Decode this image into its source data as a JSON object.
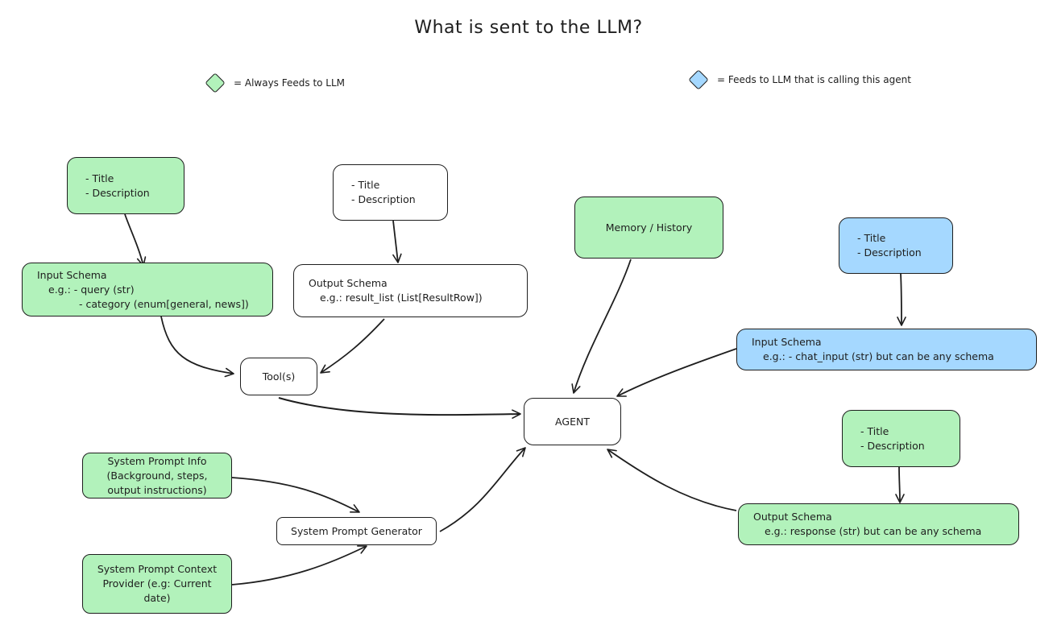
{
  "title": "What is sent to the LLM?",
  "legend": {
    "green": {
      "color": "#b2f2bb",
      "label": "= Always Feeds to LLM"
    },
    "blue": {
      "color": "#a5d8ff",
      "label": "= Feeds to LLM that is calling this agent"
    }
  },
  "nodes": {
    "tool_meta": {
      "lines": [
        "- Title",
        "- Description"
      ]
    },
    "tool_input": {
      "heading": "Input Schema",
      "lines": [
        "e.g.: - query (str)",
        "- category (enum[general, news])"
      ]
    },
    "out_meta": {
      "lines": [
        "- Title",
        "- Description"
      ]
    },
    "tool_output": {
      "heading": "Output Schema",
      "lines": [
        "e.g.: result_list (List[ResultRow])"
      ]
    },
    "tools": {
      "label": "Tool(s)"
    },
    "memory": {
      "label": "Memory / History"
    },
    "agent": {
      "label": "AGENT"
    },
    "agent_in_meta": {
      "lines": [
        "- Title",
        "- Description"
      ]
    },
    "agent_input": {
      "heading": "Input Schema",
      "lines": [
        "e.g.: - chat_input (str) but can be any schema"
      ]
    },
    "agent_out_meta": {
      "lines": [
        "- Title",
        "- Description"
      ]
    },
    "agent_output": {
      "heading": "Output Schema",
      "lines": [
        "e.g.: response (str) but can be any schema"
      ]
    },
    "sp_info": {
      "lines": [
        "System Prompt Info",
        "(Background, steps,",
        "output instructions)"
      ]
    },
    "sp_generator": {
      "label": "System Prompt Generator"
    },
    "sp_context": {
      "lines": [
        "System Prompt Context",
        "Provider (e.g: Current",
        "date)"
      ]
    }
  },
  "colors": {
    "stroke": "#1e1e1e",
    "green": "#b2f2bb",
    "blue": "#a5d8ff"
  }
}
